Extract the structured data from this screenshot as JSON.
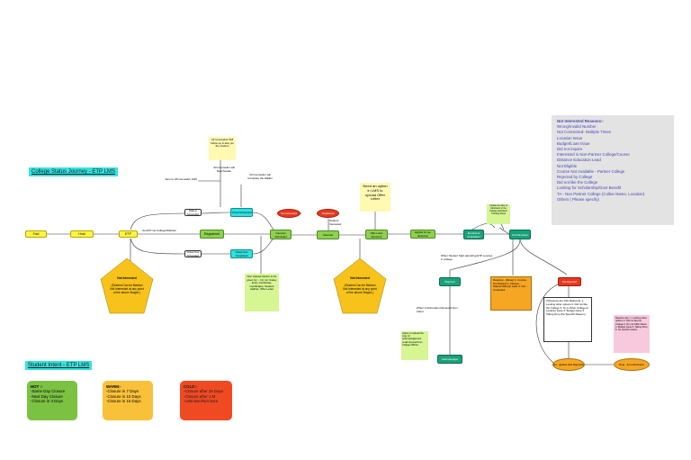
{
  "title_college": "College Status Journey - ETP LMS",
  "title_intent": "Student Intent - ETP LMS",
  "nodes": {
    "n1": "Fold",
    "n2": "Hold",
    "n3": "ETP",
    "walkin": "Walk-in Scheduled",
    "virtual": "Virtual Scheduled",
    "virtual_tour_sched": "Virtual Tour Scheduled",
    "virtual_tour_done": "Virtual Tour Completed",
    "registered_mid": "Registered",
    "interview_sched": "Interview Scheduled",
    "interview_result": "Not Interested",
    "registered_red": "Registered",
    "selected": "Selected",
    "offer_letter": "Offer Letter Received",
    "fee_paid": "Eligible for fee deduction",
    "enrollment": "Enrollment Undertaken",
    "fully_enrolled": "Full Admission",
    "rejected": "Rejected",
    "not_rejected": "Not Rejected",
    "reapplied": "Re - applied (Not Rejected)",
    "drop": "Drop - from Admission",
    "acknowledged": "Acknowledged"
  },
  "notes": {
    "lms_yellow": "All Counsellor Will follow up & also pin the student",
    "lms_counsellor": "All Counsellor will Reschedule",
    "complete_walkin": "All Counsellor will Complete the Walkin",
    "sent_to_lb": "Sent to LB counsellor LMS",
    "via_etp": "via ETP via College/Website",
    "student_interest": "Student Interested",
    "need_action": "Need an option in LMS to upload Offer Letter",
    "docs_upload": "Doc Upload Option to be given for :- 10, 12, Caste, Entry Certificate, Certificates, Student Aadhar, Offer Letter",
    "update_note": "Update the date of Admission in the College Admission Tracking Sheet",
    "when_fee": "When Student Start attending ETP courses in college",
    "when_confirm": "When Confirmation Received from Client",
    "tiny_green": "Option to Upload the copy of Acknowledgement email received from College Official",
    "reasons_pink": "Reasons Are: 1. Looking other options 2. Did not like the College 3. Do not fulfill criteria 4. Budget Issue 5. Taking Drop 6. No specific reason",
    "reasons_yellow": "Reasons - (Delay) 1. Course - Not Started 2. Classes - Started Will join Later 3. Not - Contacted",
    "reasons_white": "If Reasons are (Not Reasons): 1. Looking other options 2. Did not like the College 3. To re-Other College & Location Issue 4. Budget Issue 5. Taking Drop (No Specific Reason)"
  },
  "pentagons": {
    "left_title": "Not Interested",
    "left_body": "(Student Can be Marked Not Interested at any point of the above Stages )",
    "right_title": "Not Interested",
    "right_body": "(Student Can be Marked Not Interested at any point of the above Stages )"
  },
  "intent": {
    "hot": {
      "title": "HOT :-",
      "lines": [
        "-Same Day Closure",
        "-Next Day Closure",
        "-Closure in 3 Days"
      ],
      "color": "#7cc242"
    },
    "warm": {
      "title": "WARM:-",
      "lines": [
        "-Closure in 7 Days",
        "-Closure in 10 Days",
        "-Closure in 15 Days"
      ],
      "color": "#f9c13a"
    },
    "cold": {
      "title": "COLD:-",
      "lines": [
        "-Closure after 15 Days",
        "-Closure after 1 M",
        "-Unknown/Not Sure"
      ],
      "color": "#f04a23"
    }
  },
  "legend": {
    "title": "Not Interested Reasons:-",
    "items": [
      "Wrong/Invalid Number",
      "Not Connected- Multiple Times",
      "Location Issue",
      "Budget/Loan Issue",
      "Did not inquire",
      "Interested in Non-Partner College/Course",
      "Distance Education Lead",
      "Not Eligible",
      "Course Not Available - Partner College",
      "Rejected by College",
      "Did not like the College",
      "Looking for Scholarship/Govt Benefit",
      "TA - Non Partner College (Collee Name, Location)",
      "Others ( Please specify)"
    ]
  }
}
